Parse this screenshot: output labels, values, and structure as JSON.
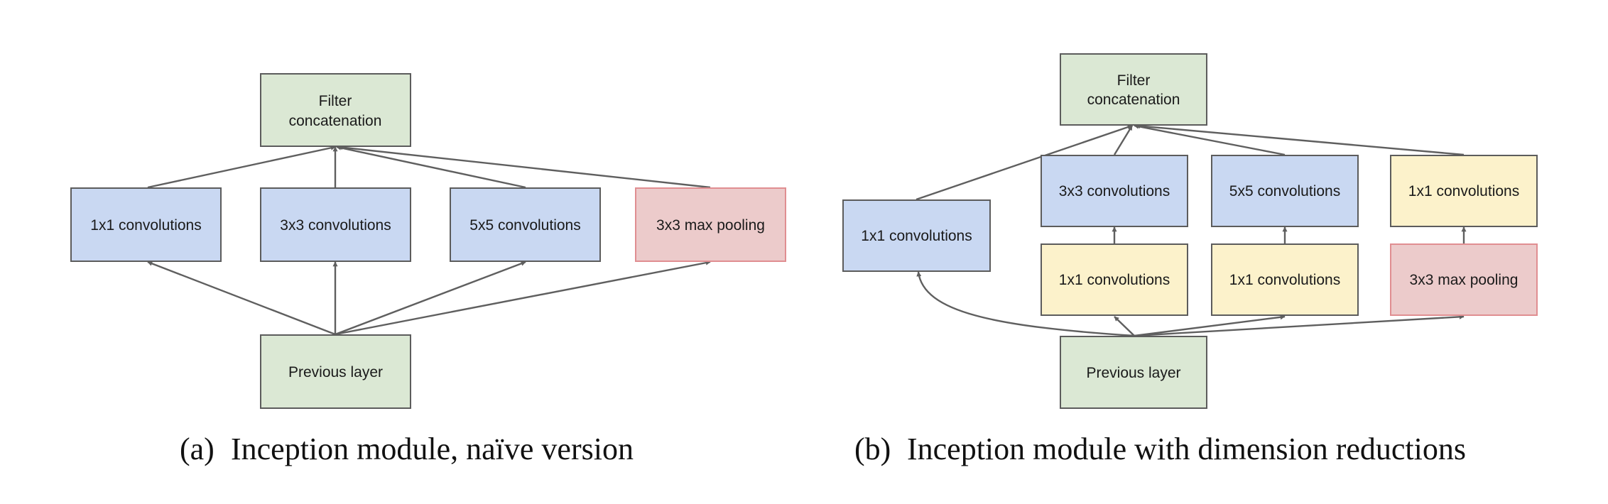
{
  "colors": {
    "green_fill": "#dbe8d4",
    "green_stroke": "#5c5c5c",
    "blue_fill": "#c9d8f2",
    "blue_stroke": "#5c5c5c",
    "red_fill": "#eccbcb",
    "red_stroke": "#e08e91",
    "yellow_fill": "#fcf2cb",
    "yellow_stroke": "#5c5c5c",
    "arrow": "#5f5f5f"
  },
  "panel_a": {
    "caption_label": "(a)",
    "caption_text": "Inception module, naïve version",
    "filter_concat": [
      "Filter",
      "concatenation"
    ],
    "conv1x1": "1x1 convolutions",
    "conv3x3": "3x3 convolutions",
    "conv5x5": "5x5 convolutions",
    "maxpool": "3x3 max pooling",
    "previous_layer": "Previous layer"
  },
  "panel_b": {
    "caption_label": "(b)",
    "caption_text": "Inception module with dimension reductions",
    "filter_concat": [
      "Filter",
      "concatenation"
    ],
    "conv1x1": "1x1 convolutions",
    "conv3x3": "3x3 convolutions",
    "conv5x5": "5x5 convolutions",
    "pool_proj": "1x1 convolutions",
    "reduce_3x3": "1x1 convolutions",
    "reduce_5x5": "1x1 convolutions",
    "maxpool": "3x3 max pooling",
    "previous_layer": "Previous layer"
  }
}
